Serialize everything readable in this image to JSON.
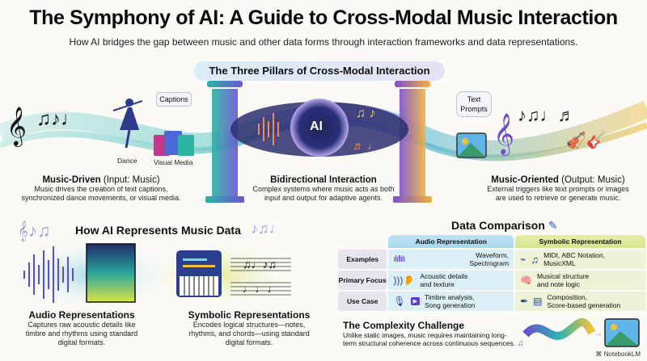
{
  "header": {
    "title": "The Symphony of AI: A Guide to Cross-Modal Music Interaction",
    "subtitle": "How AI bridges the gap between music and other data forms through interaction frameworks and data representations."
  },
  "pillars": {
    "heading": "The Three Pillars of Cross-Modal Interaction",
    "music_driven": {
      "title_bold": "Music-Driven",
      "title_light": "(Input: Music)",
      "description_line1": "Music drives the creation of text captions,",
      "description_line2": "synchronized dance movements, or visual media.",
      "labels": {
        "captions": "Captions",
        "dance": "Dance",
        "visual_media": "Visual Media"
      }
    },
    "bidirectional": {
      "title": "Bidirectional Interaction",
      "description_line1": "Complex systems where music acts as both",
      "description_line2": "input and output for adaptive agents.",
      "core_label": "AI"
    },
    "music_oriented": {
      "title_bold": "Music-Oriented",
      "title_light": "(Output: Music)",
      "description_line1": "External triggers like text prompts or images",
      "description_line2": "are used to retrieve or generate music.",
      "labels": {
        "text_prompts_1": "Text",
        "text_prompts_2": "Prompts"
      }
    }
  },
  "representations": {
    "heading": "How AI Represents Music Data",
    "audio": {
      "title": "Audio Representations",
      "line1": "Captures raw acoustic details like",
      "line2": "timbre and rhythms using standard",
      "line3": "digital formats."
    },
    "symbolic": {
      "title": "Symbolic Representations",
      "line1": "Encodes logical structures—notes,",
      "line2": "rhythms, and chords—using standard",
      "line3": "digital formats."
    }
  },
  "comparison": {
    "heading": "Data Comparison",
    "columns": [
      "Audio Representation",
      "Symbolic Representation"
    ],
    "rows": [
      {
        "label": "Examples",
        "audio_1": "Waveform,",
        "audio_2": "Spectrogram",
        "symbolic_1": "MIDI, ABC Notation,",
        "symbolic_2": "MusicXML"
      },
      {
        "label": "Primary Focus",
        "audio_1": "Acoustic details",
        "audio_2": "and texture",
        "symbolic_1": "Musical structure",
        "symbolic_2": "and note logic"
      },
      {
        "label": "Use Case",
        "audio_1": "Timbre analysis,",
        "audio_2": "Song generation",
        "symbolic_1": "Composition,",
        "symbolic_2": "Score-based generation"
      }
    ]
  },
  "challenge": {
    "title": "The Complexity Challenge",
    "line1": "Unlike static images, music requires maintaining long-",
    "line2": "term structural coherence across continuous sequences."
  },
  "footer": {
    "brand": "NotebookLM"
  },
  "colors": {
    "teal": "#2bb3b1",
    "purple": "#7a4fd0",
    "gold": "#f0b33a",
    "audio_bg": "#dceef6",
    "symbolic_bg": "#eef3d7"
  }
}
